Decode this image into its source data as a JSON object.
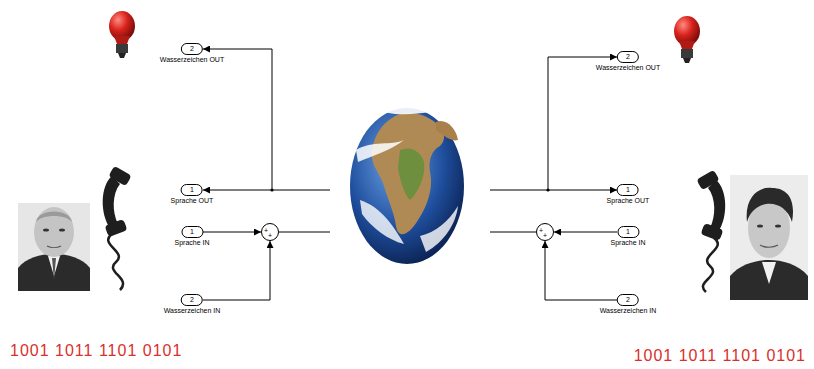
{
  "diagram": {
    "nodes": [
      {
        "text": [
          "2",
          "Wasserzeichen OUT"
        ]
      },
      {
        "text": [
          "2",
          "Wasserzeichen OUT"
        ]
      },
      {
        "text": [
          "1",
          "Sprache OUT"
        ]
      },
      {
        "text": [
          "1",
          "Sprache OUT"
        ]
      },
      {
        "text": [
          "1",
          "Sprache IN"
        ]
      },
      {
        "text": [
          "+",
          "+"
        ]
      },
      {
        "text": [
          "+",
          "+"
        ]
      },
      {
        "text": [
          "1",
          "Sprache IN"
        ]
      },
      {
        "text": [
          "2",
          "Wasserzeichen IN"
        ]
      },
      {
        "text": [
          "2",
          "Wasserzeichen IN"
        ]
      }
    ],
    "edges": [
      {
        "from": 4,
        "to": 5,
        "arrow": "to"
      },
      {
        "from": 8,
        "to": 5,
        "arrow": "to"
      },
      {
        "from": 7,
        "to": 6,
        "arrow": "to"
      },
      {
        "from": 9,
        "to": 6,
        "arrow": "to"
      }
    ],
    "labels": [
      "1001 1011 1101 0101",
      "1001 1011 1101 0101"
    ]
  }
}
